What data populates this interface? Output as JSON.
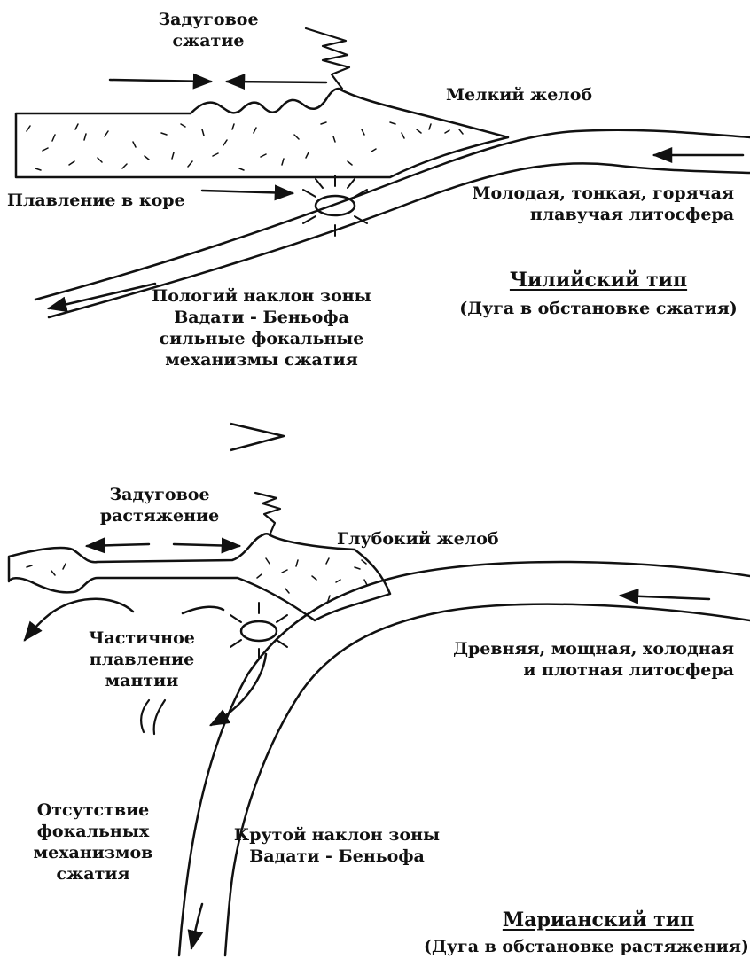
{
  "colors": {
    "ink": "#111111",
    "background": "#ffffff"
  },
  "top": {
    "backarc": [
      "Задуговое",
      "сжатие"
    ],
    "trench": "Мелкий желоб",
    "crustal_melting": "Плавление в коре",
    "slab_desc": [
      "Молодая, тонкая, горячая",
      "плавучая литосфера"
    ],
    "dip_desc": [
      "Пологий наклон зоны",
      "Вадати - Беньофа",
      "сильные фокальные",
      "механизмы сжатия"
    ],
    "type_title": "Чилийский тип",
    "type_subtitle": "(Дуга в обстановке сжатия)"
  },
  "bottom": {
    "backarc": [
      "Задуговое",
      "растяжение"
    ],
    "trench": "Глубокий желоб",
    "mantle_melting": [
      "Частичное",
      "плавление",
      "мантии"
    ],
    "slab_desc": [
      "Древняя, мощная, холодная",
      "и плотная литосфера"
    ],
    "no_focal": [
      "Отсутствие",
      "фокальных",
      "механизмов",
      "сжатия"
    ],
    "dip_desc": [
      "Крутой наклон зоны",
      "Вадати - Беньофа"
    ],
    "type_title": "Марианский тип",
    "type_subtitle": "(Дуга в обстановке растяжения)"
  }
}
